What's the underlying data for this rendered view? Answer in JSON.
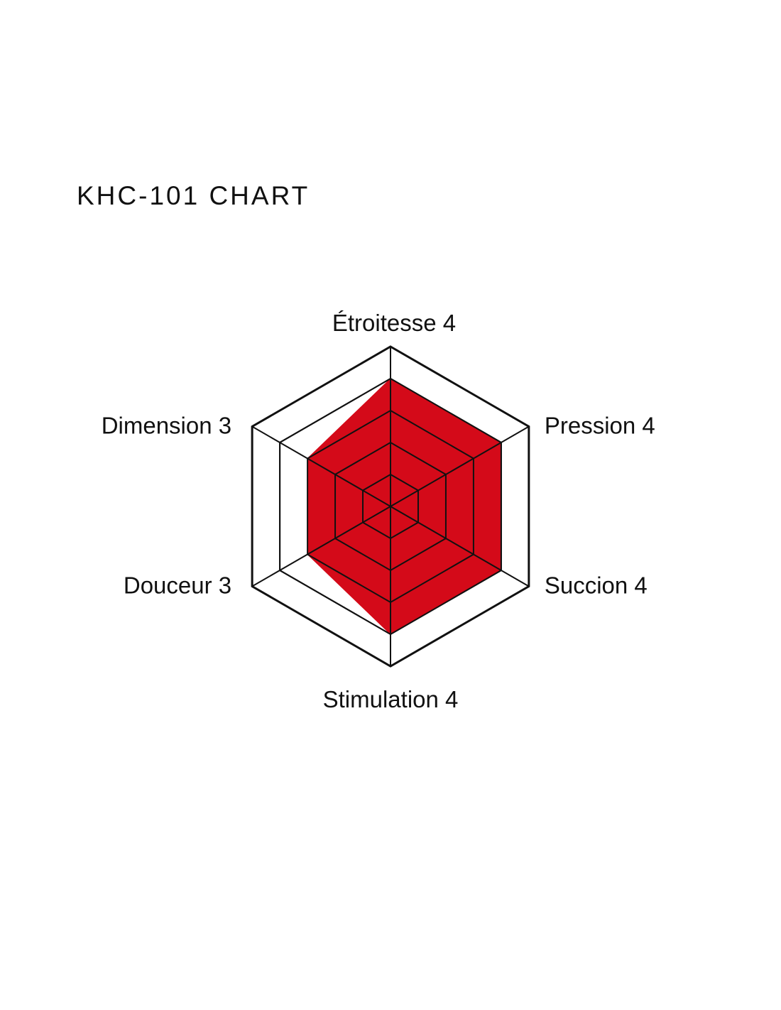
{
  "page": {
    "title": "KHC-101 CHART"
  },
  "chart_data": {
    "type": "radar",
    "title": "KHC-101 CHART",
    "max": 5,
    "levels": 5,
    "axes": [
      {
        "name": "Étroitesse",
        "value": 4,
        "label": "Étroitesse 4"
      },
      {
        "name": "Pression",
        "value": 4,
        "label": "Pression 4"
      },
      {
        "name": "Succion",
        "value": 4,
        "label": "Succion 4"
      },
      {
        "name": "Stimulation",
        "value": 4,
        "label": "Stimulation 4"
      },
      {
        "name": "Douceur",
        "value": 3,
        "label": "Douceur 3"
      },
      {
        "name": "Dimension",
        "value": 3,
        "label": "Dimension 3"
      }
    ],
    "colors": {
      "fill": "#d40a19",
      "grid": "#111111",
      "outer": "#111111"
    }
  }
}
